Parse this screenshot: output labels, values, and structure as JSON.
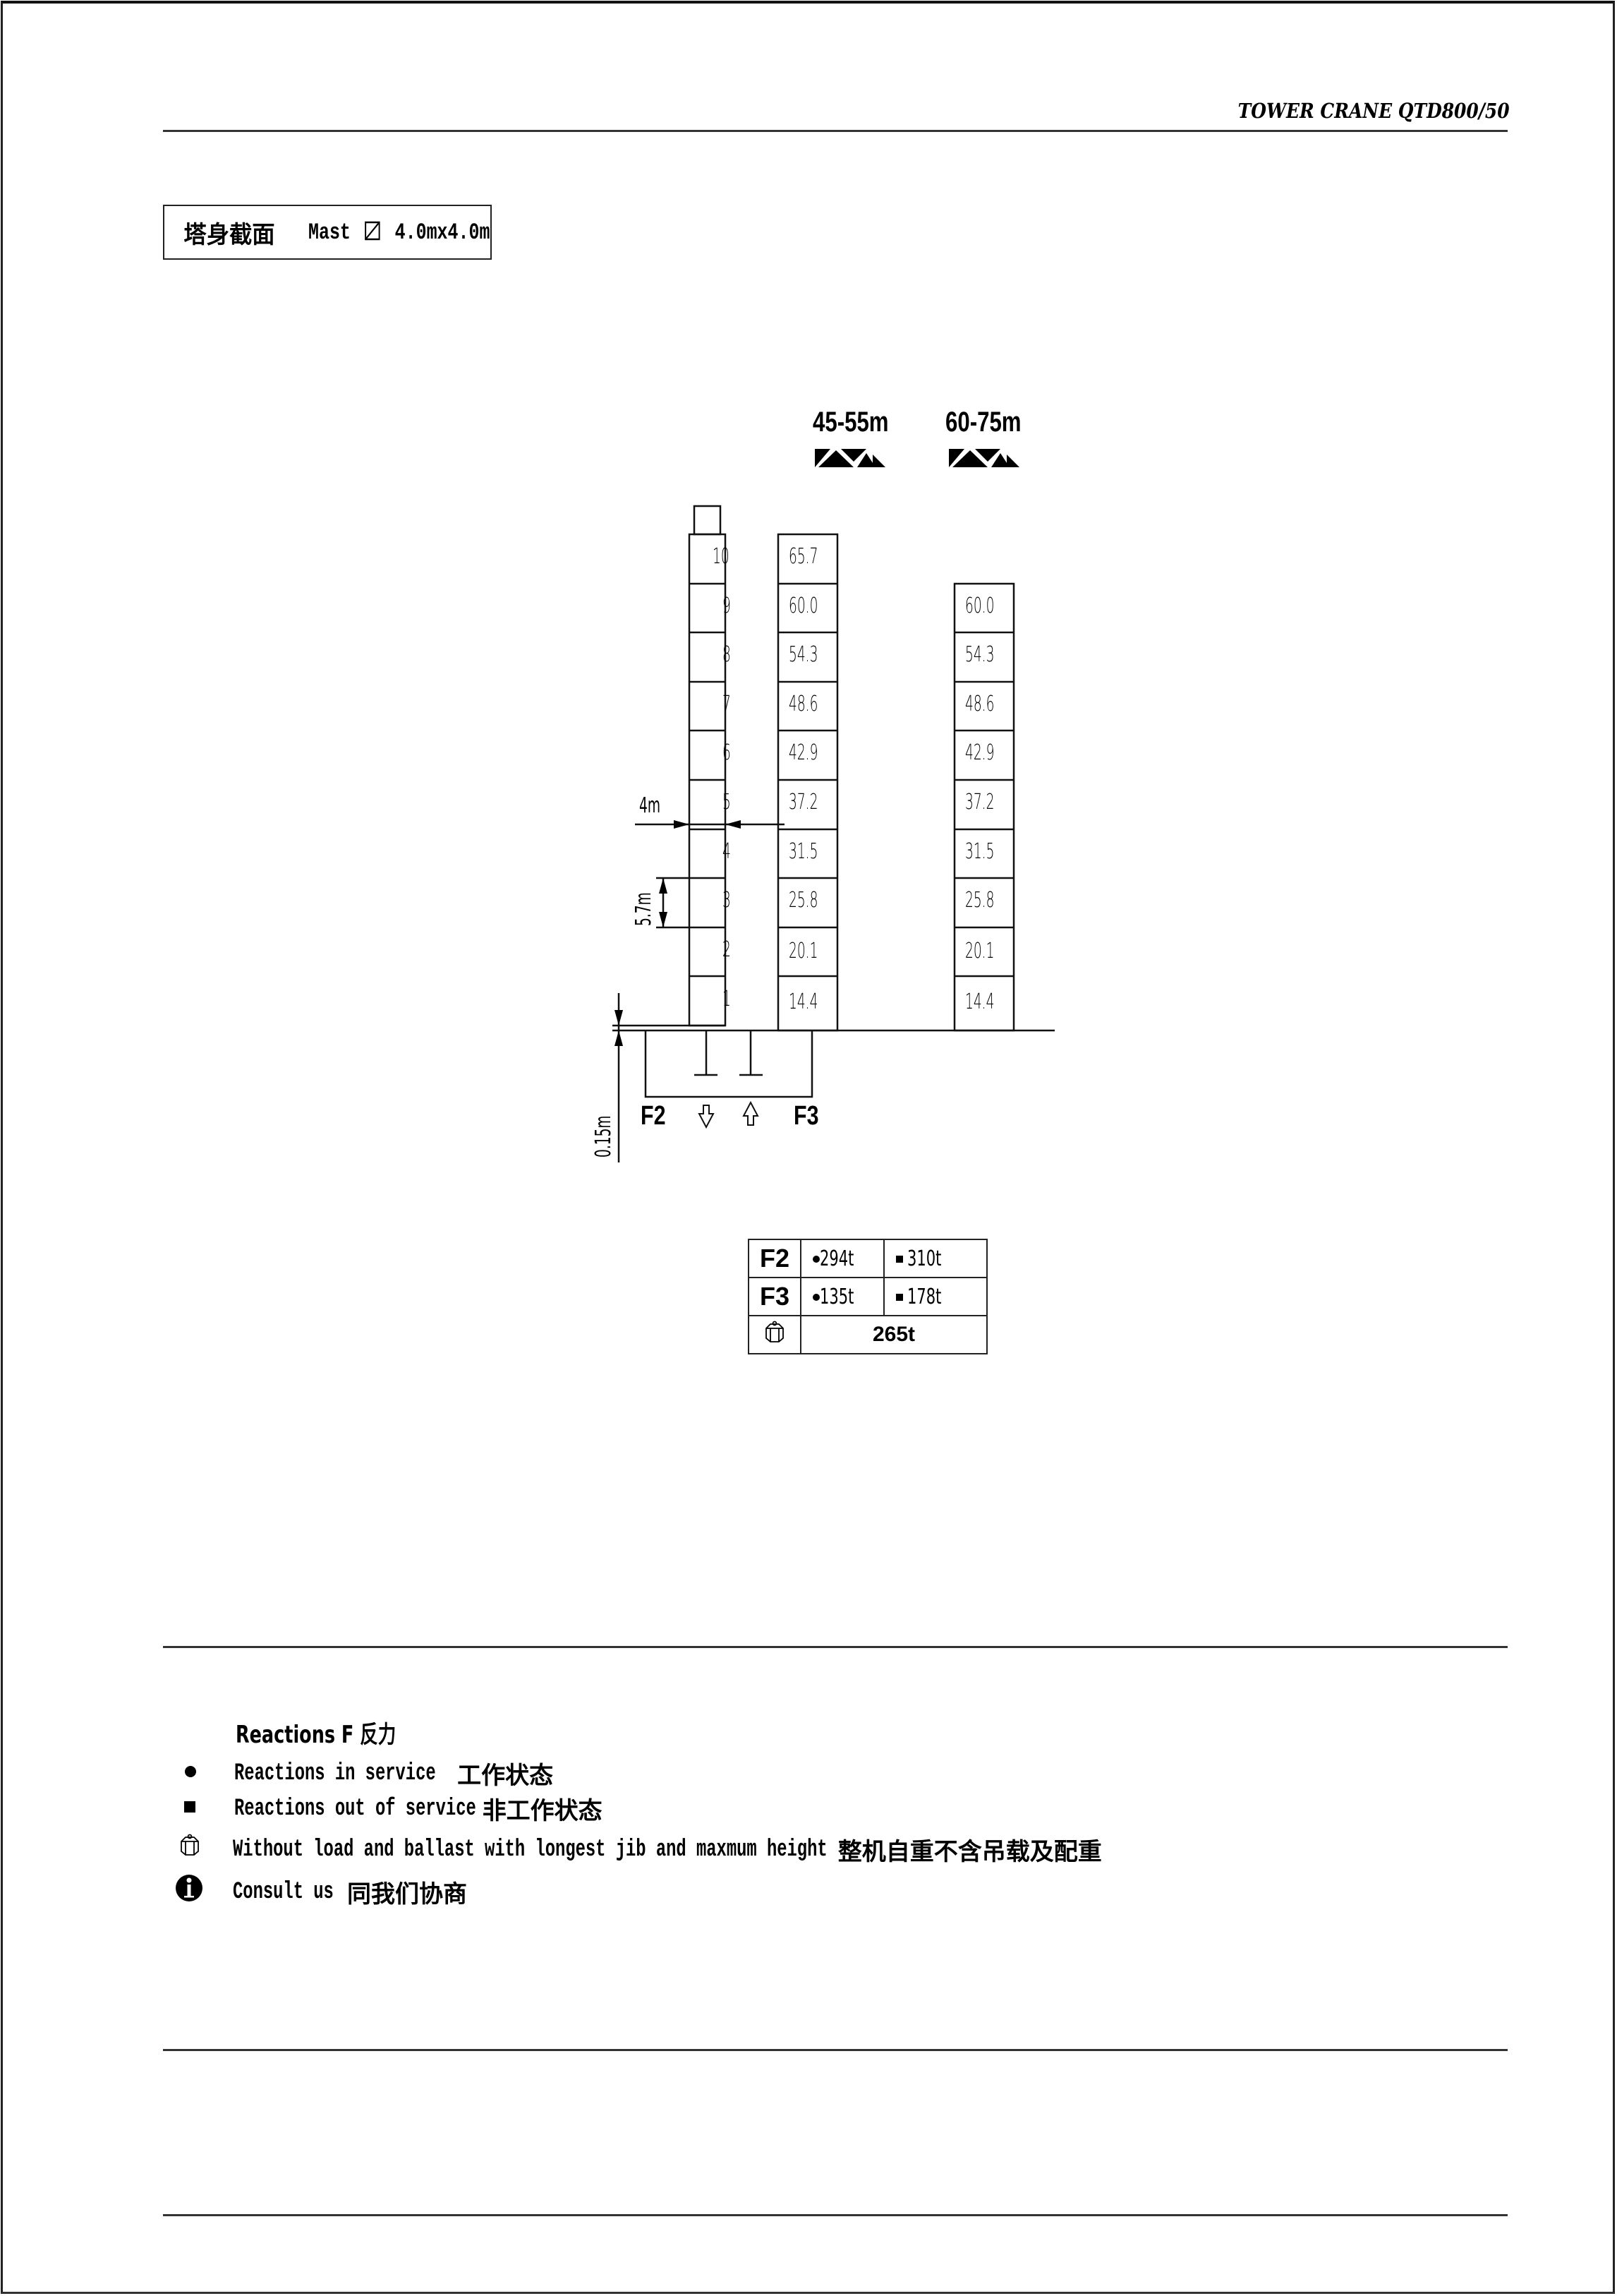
{
  "header": {
    "title": "TOWER CRANE QTD800/50"
  },
  "mast_section": {
    "label_cn": "塔身截面",
    "label_en": "Mast",
    "symbol": "square-section-icon",
    "size": "4.0mx4.0m"
  },
  "columns": {
    "jib_45_55": {
      "heading": "45-55m",
      "icon": "jib-truss-icon"
    },
    "jib_60_75": {
      "heading": "60-75m",
      "icon": "jib-truss-icon"
    }
  },
  "mast_segments": [
    "10",
    "9",
    "8",
    "7",
    "6",
    "5",
    "4",
    "3",
    "2",
    "1"
  ],
  "heights_45_55": [
    "65.7",
    "60.0",
    "54.3",
    "48.6",
    "42.9",
    "37.2",
    "31.5",
    "25.8",
    "20.1",
    "14.4"
  ],
  "heights_60_75": [
    "60.0",
    "54.3",
    "48.6",
    "42.9",
    "37.2",
    "31.5",
    "25.8",
    "20.1",
    "14.4"
  ],
  "dimensions": {
    "mast_width": "4m",
    "segment_height": "5.7m",
    "base_offset": "0.15m"
  },
  "forces": {
    "f2_label": "F2",
    "f3_label": "F3",
    "f2_arrow": "arrow-down-icon",
    "f3_arrow": "arrow-up-icon"
  },
  "reactions_table": {
    "rows": [
      {
        "label": "F2",
        "in_service": "294t",
        "out_of_service": "310t"
      },
      {
        "label": "F3",
        "in_service": "135t",
        "out_of_service": "178t"
      }
    ],
    "weight_icon": "counterweight-icon",
    "total_weight": "265t"
  },
  "legend": {
    "title": "Reactions F 反力",
    "items": [
      {
        "icon": "bullet-dot-icon",
        "text_en": "Reactions in service",
        "text_cn": "工作状态"
      },
      {
        "icon": "bullet-square-icon",
        "text_en": "Reactions out of service",
        "text_cn": "非工作状态"
      },
      {
        "icon": "counterweight-icon",
        "text_en": "Without load and ballast with longest jib and maxmum height",
        "text_cn": "整机自重不含吊载及配重"
      },
      {
        "icon": "info-icon",
        "text_en": "Consult us",
        "text_cn": "同我们协商"
      }
    ]
  }
}
